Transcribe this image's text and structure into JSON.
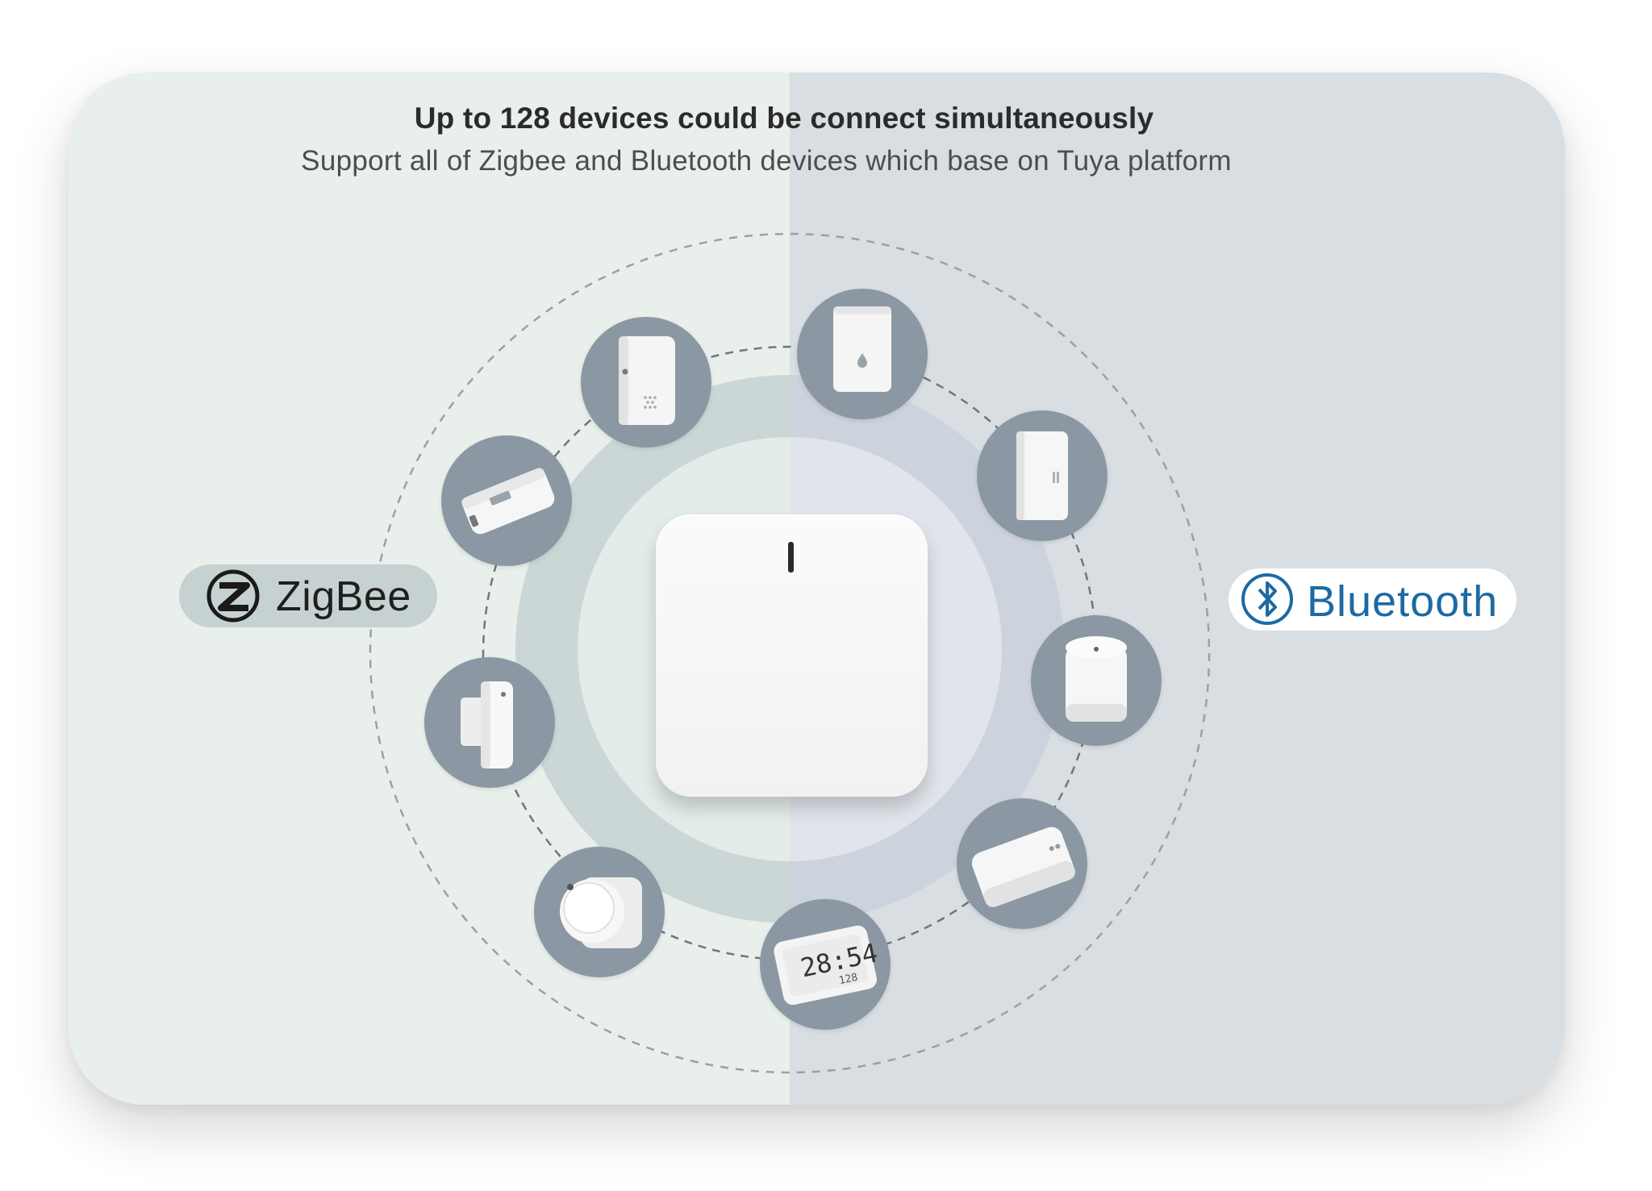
{
  "headline": "Up to 128 devices could be connect simultaneously",
  "subline": "Support all of Zigbee and Bluetooth devices which base on Tuya platform",
  "protocols": {
    "zigbee": {
      "label": "ZigBee",
      "icon": "zigbee-logo-icon"
    },
    "bluetooth": {
      "label": "Bluetooth",
      "icon": "bluetooth-logo-icon",
      "color": "#1d6aa3"
    }
  },
  "hub": {
    "icon": "gateway-hub-icon"
  },
  "devices": [
    {
      "name": "siren-sensor",
      "icon": "siren-icon"
    },
    {
      "name": "water-leak-sensor",
      "icon": "water-leak-icon"
    },
    {
      "name": "usb-dongle",
      "icon": "usb-dongle-icon"
    },
    {
      "name": "door-sensor",
      "icon": "door-sensor-icon"
    },
    {
      "name": "door-window-contact",
      "icon": "contact-sensor-icon"
    },
    {
      "name": "motion-sensor",
      "icon": "motion-sensor-icon"
    },
    {
      "name": "pir-sensor",
      "icon": "pir-sensor-icon"
    },
    {
      "name": "mini-hub",
      "icon": "mini-hub-icon"
    },
    {
      "name": "thermometer-display",
      "icon": "thermometer-icon",
      "display_time": "28:54",
      "display_small": "128"
    }
  ],
  "colors": {
    "left_panel": "#e9efeb",
    "right_panel": "#d9dee3",
    "device_circle": "#8b98a3",
    "zigbee_badge": "#c6d2d1"
  }
}
